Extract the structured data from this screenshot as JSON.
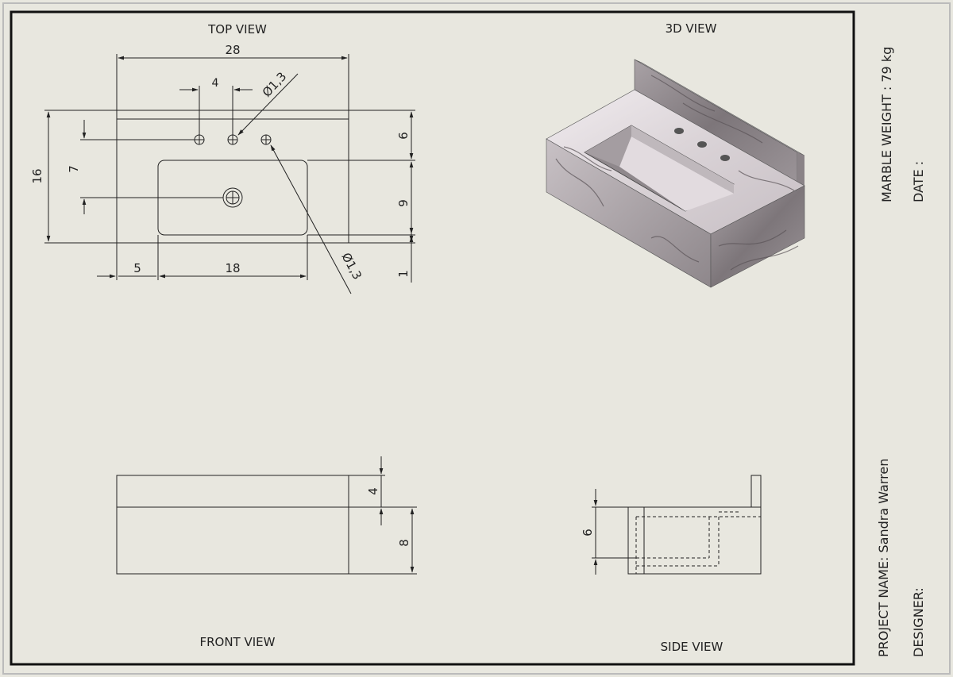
{
  "views": {
    "top": "TOP VIEW",
    "three_d": "3D VIEW",
    "front": "FRONT VIEW",
    "side": "SIDE VIEW"
  },
  "dimensions": {
    "top_width": "28",
    "hole_spacing": "4",
    "hole_dia_upper": "Ø1,3",
    "overall_depth": "16",
    "basin_to_drain": "7",
    "back_to_basin": "6",
    "basin_depth": "9",
    "front_margin": "1",
    "left_margin": "5",
    "basin_width": "18",
    "hole_dia_lower": "Ø1,3",
    "front_top_height": "4",
    "front_body_height": "8",
    "side_depth": "6"
  },
  "title_block": {
    "marble_weight": "MARBLE WEIGHT : 79 kg",
    "date": "DATE :",
    "project_name": "PROJECT NAME: Sandra Warren",
    "designer": "DESIGNER:"
  },
  "colors": {
    "paper": "#e8e7df",
    "ink": "#222222",
    "marble_light": "#ece6ea",
    "marble_dark": "#6b6268"
  }
}
